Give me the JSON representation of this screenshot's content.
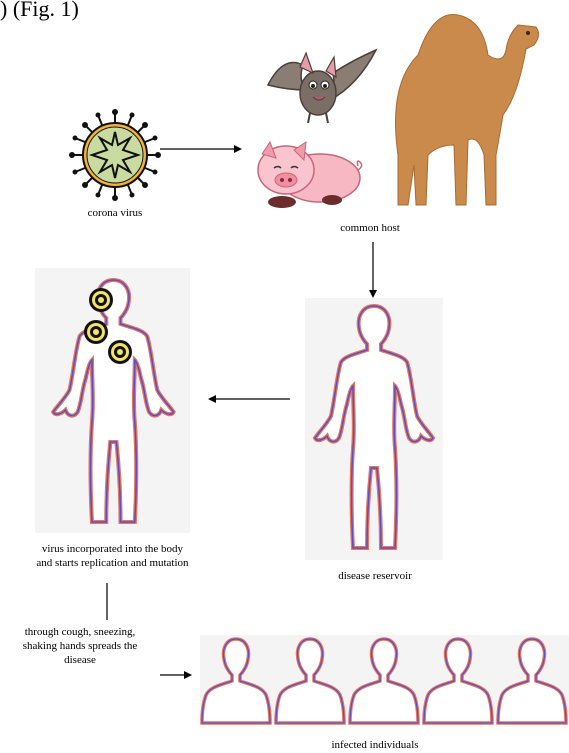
{
  "header": {
    "fragment": ") (Fig. 1)"
  },
  "nodes": {
    "virus": {
      "label": "corona virus"
    },
    "host": {
      "label": "common host"
    },
    "reservoir": {
      "label": "disease reservoir"
    },
    "incorporated": {
      "line1": "virus incorporated into the body",
      "line2": "and starts replication and mutation"
    },
    "spread": {
      "line1": "through cough, sneezing,",
      "line2": "shaking hands spreads the",
      "line3": "disease"
    },
    "infected": {
      "label": "infected individuals"
    }
  },
  "colors": {
    "body_outline_outer": "#e8765a",
    "body_outline_inner": "#5a4fc8",
    "camel": "#c98a4b",
    "pig": "#f7b8c4",
    "bat": "#8a7d74",
    "virus_green": "#c9dba0"
  }
}
